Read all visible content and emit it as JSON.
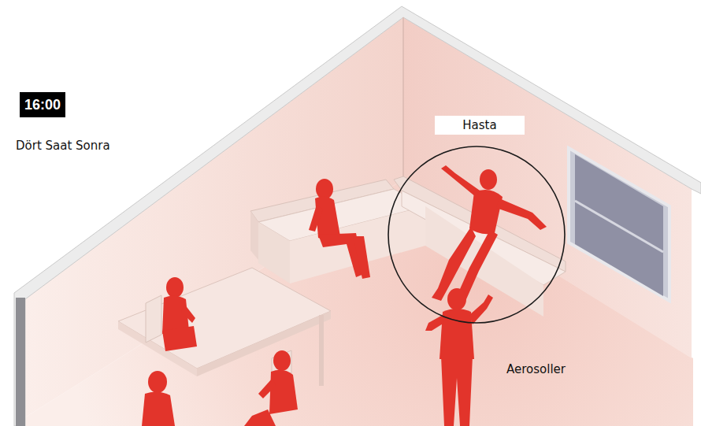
{
  "diagram": {
    "nodes": [
      {
        "text": [
          "16:00"
        ]
      },
      {
        "text": [
          "Hasta"
        ]
      }
    ],
    "labels": [
      "Dört Saat Sonra",
      "Aerosoller"
    ]
  }
}
